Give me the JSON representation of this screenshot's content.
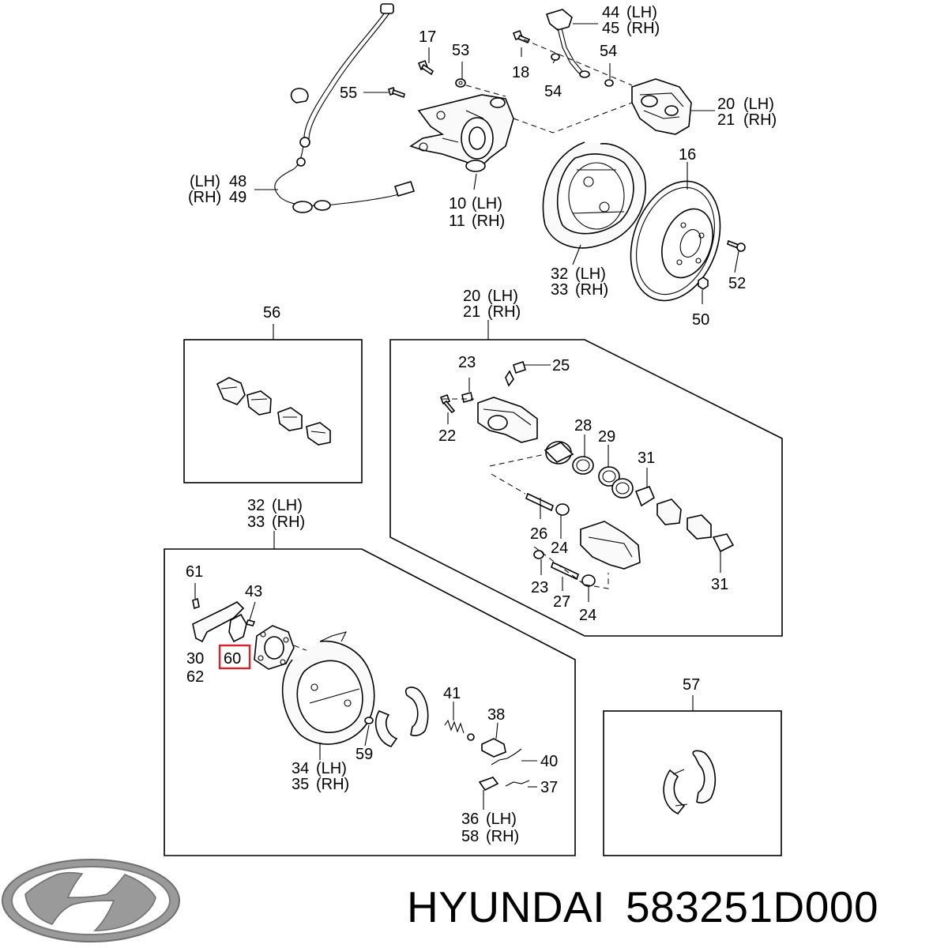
{
  "labels": {
    "l17": "17",
    "l53": "53",
    "l18": "18",
    "l54a": "54",
    "l54b": "54",
    "l44": "44",
    "l44s": "(LH)",
    "l45": "45",
    "l45s": "(RH)",
    "l55": "55",
    "l20": "20",
    "l20s": "(LH)",
    "l21": "21",
    "l21s": "(RH)",
    "l16": "16",
    "l48p": "(LH)",
    "l48": "48",
    "l49p": "(RH)",
    "l49": "49",
    "l10": "10",
    "l10s": "(LH)",
    "l11": "11",
    "l11s": "(RH)",
    "l32": "32",
    "l32s": "(LH)",
    "l33": "33",
    "l33s": "(RH)",
    "l52": "52",
    "l50": "50",
    "l56": "56",
    "l20b": "20",
    "l20bs": "(LH)",
    "l21b": "21",
    "l21bs": "(RH)",
    "l23a": "23",
    "l25": "25",
    "l22": "22",
    "l28": "28",
    "l29": "29",
    "l31a": "31",
    "l26": "26",
    "l24a": "24",
    "l23b": "23",
    "l27": "27",
    "l24b": "24",
    "l31b": "31",
    "l32b": "32",
    "l32bs": "(LH)",
    "l33b": "33",
    "l33bs": "(RH)",
    "l61": "61",
    "l43": "43",
    "l30": "30",
    "l60": "60",
    "l62": "62",
    "l41": "41",
    "l38": "38",
    "l59": "59",
    "l40": "40",
    "l37": "37",
    "l34": "34",
    "l34s": "(LH)",
    "l35": "35",
    "l35s": "(RH)",
    "l36": "36",
    "l36s": "(LH)",
    "l58": "58",
    "l58s": "(RH)",
    "l57": "57"
  },
  "highlighted_part": "60",
  "brand": {
    "name": "HYUNDAI",
    "part_number": "583251D000"
  },
  "logo_icon": "hyundai-logo-icon",
  "colors": {
    "highlight": "#d9232a",
    "logo_gray": "#9a9a9a"
  }
}
